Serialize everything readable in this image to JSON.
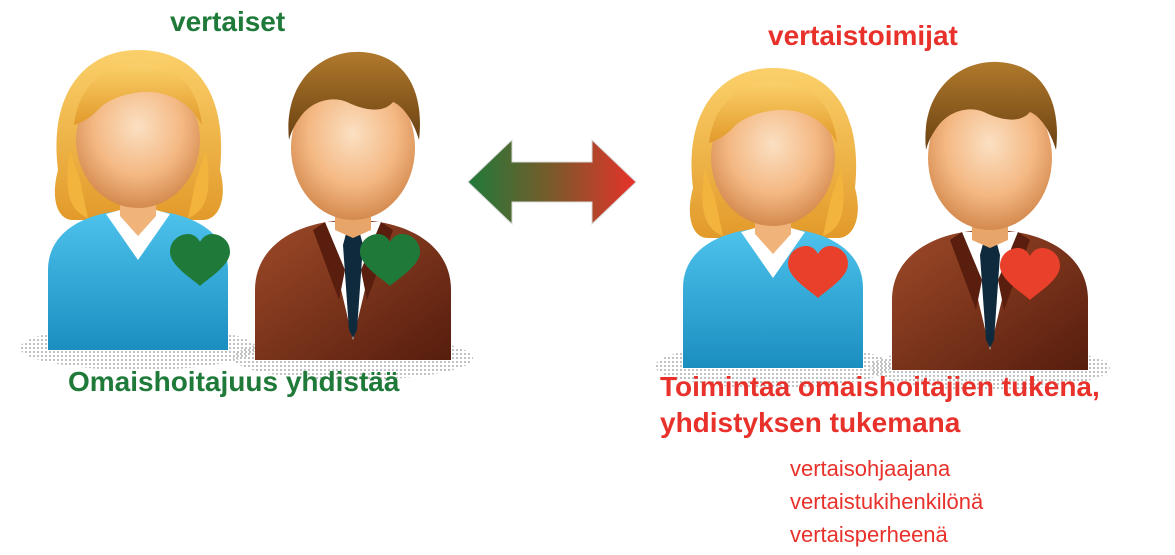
{
  "left_group": {
    "title": "vertaiset",
    "caption": "Omaishoitajuus yhdistää",
    "heart_color": "#1f7a3a",
    "title_color": "#1f7a3a",
    "figures": [
      "woman-icon",
      "man-icon"
    ]
  },
  "right_group": {
    "title": "vertaistoimijat",
    "caption_line1": "Toimintaa omaishoitajien tukena,",
    "caption_line2": "yhdistyksen tukemana",
    "roles": [
      "vertaisohjaajana",
      "vertaistukihenkilönä",
      "vertaisperheenä"
    ],
    "heart_color": "#e8402a",
    "title_color": "#e8312a",
    "figures": [
      "woman-icon",
      "man-icon"
    ]
  },
  "arrow": {
    "icon": "double-headed-arrow-icon",
    "gradient_start": "#1f7a3a",
    "gradient_end": "#e8312a"
  },
  "colors": {
    "shirt_blue": "#2aa6d8",
    "jacket_brown": "#7a2f1a",
    "hair_blonde": "#f2b43c",
    "hair_brown": "#8a5a1c",
    "skin": "#f6c28e"
  }
}
